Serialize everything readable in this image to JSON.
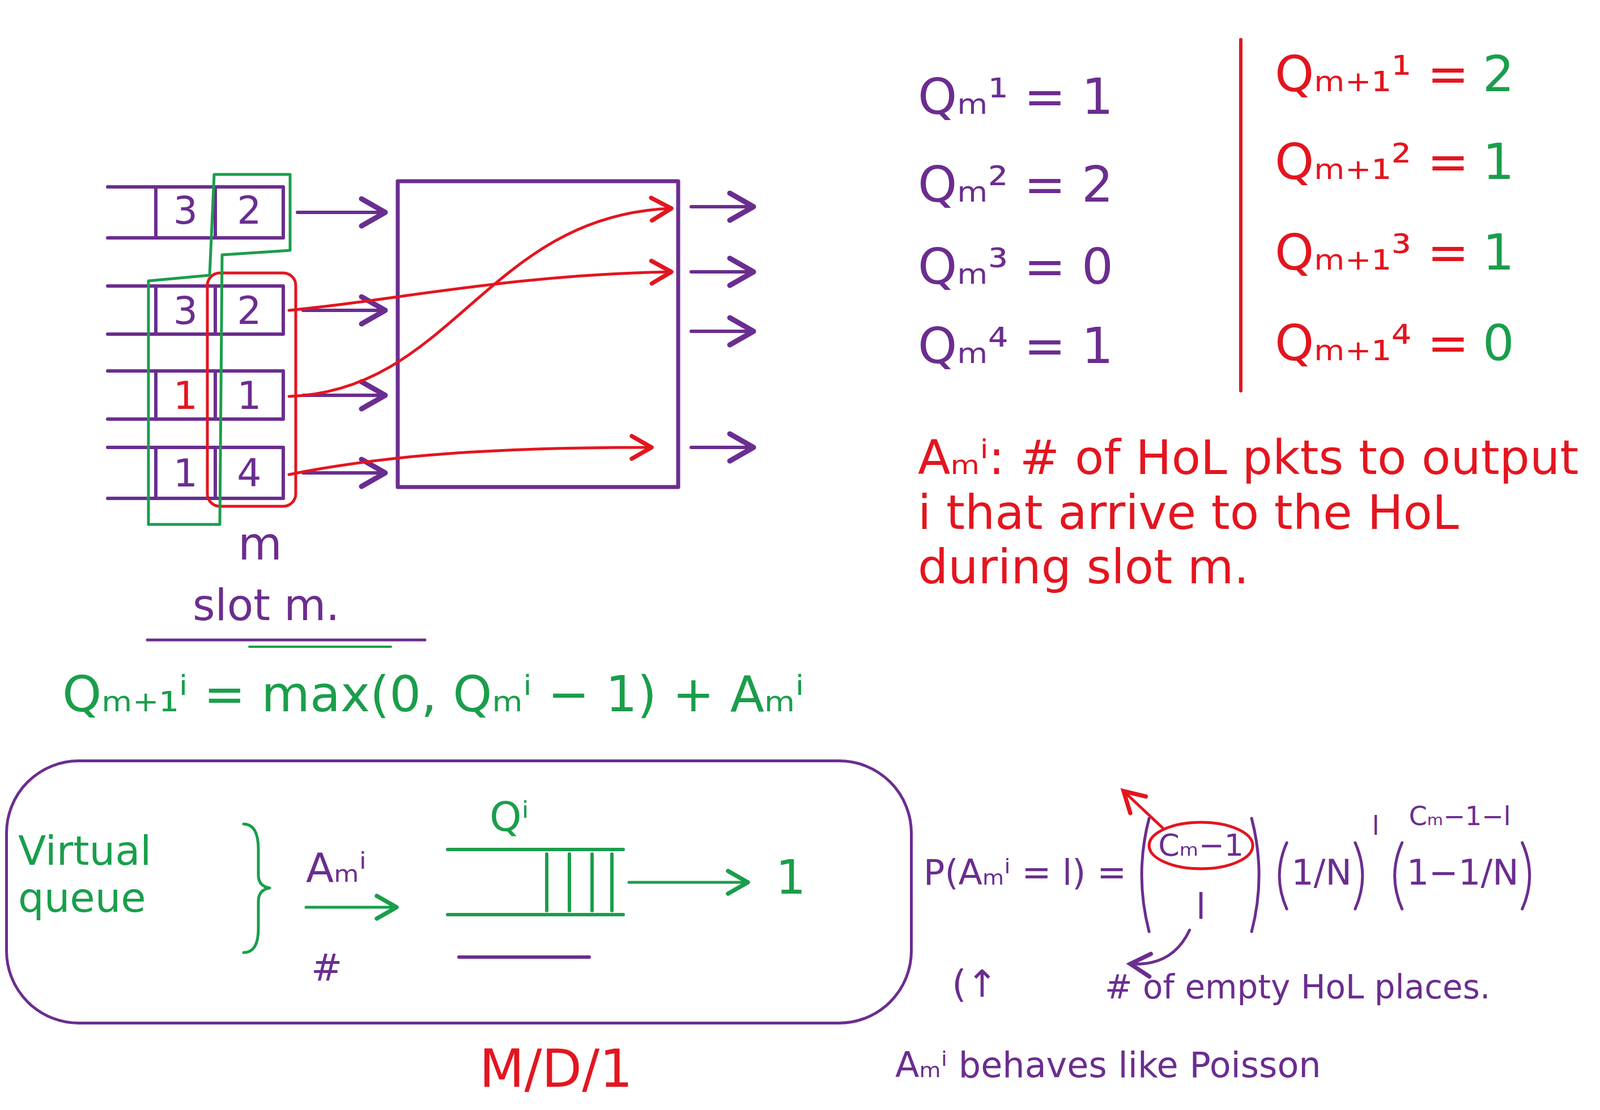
{
  "diagram": {
    "nodes": [
      {
        "text": [
          "Virtual queue",
          "Aₘⁱ",
          "Qⁱ",
          "1",
          "#"
        ]
      }
    ],
    "labels": [
      "3",
      "2",
      "3",
      "2",
      "1",
      "1",
      "1",
      "4",
      "m",
      "slot m.",
      "Qₘ¹ = 1",
      "Qₘ² = 2",
      "Qₘ³ = 0",
      "Qₘ⁴ = 1",
      "Qₘ₊₁¹ =",
      "2",
      "Qₘ₊₁² =",
      "1",
      "Qₘ₊₁³ =",
      "1",
      "Qₘ₊₁⁴ =",
      "0",
      "Aₘⁱ: # of HoL pkts to output i that arrive to the HoL during slot m.",
      "Qₘ₊₁ⁱ = max(0, Qₘⁱ − 1) + Aₘⁱ",
      "M/D/1",
      "P(Aₘⁱ = l) =",
      "Cₘ−1",
      "l",
      "1/N",
      "l",
      "1−1/N",
      "Cₘ−1−l",
      "(↑",
      "# of empty HoL places.",
      "Aₘⁱ behaves like Poisson"
    ]
  }
}
